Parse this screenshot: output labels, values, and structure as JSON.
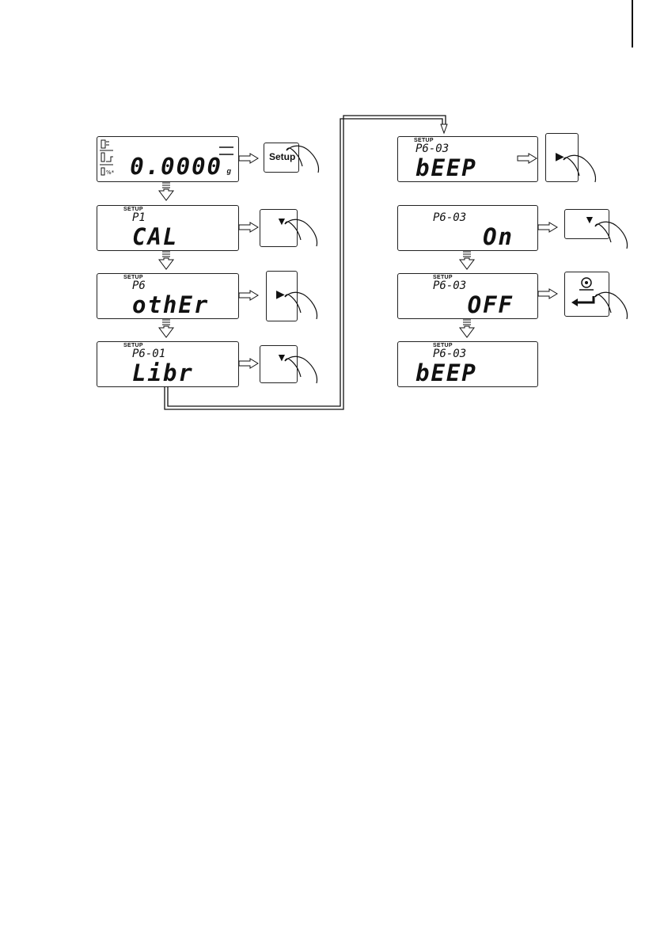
{
  "flow_left": [
    {
      "setup": "",
      "code": "",
      "value": "0.0000",
      "unit": "g"
    },
    {
      "setup": "SETUP",
      "code": "P1",
      "value": "CAL"
    },
    {
      "setup": "SETUP",
      "code": "P6",
      "value": "othEr"
    },
    {
      "setup": "SETUP",
      "code": "P6-01",
      "value": "Libr"
    }
  ],
  "flow_right": [
    {
      "setup": "SETUP",
      "code": "P6-03",
      "value": "bEEP"
    },
    {
      "setup": "",
      "code": "P6-03",
      "value": "On"
    },
    {
      "setup": "SETUP",
      "code": "P6-03",
      "value": "OFF"
    },
    {
      "setup": "SETUP",
      "code": "P6-03",
      "value": "bEEP"
    }
  ],
  "keys": {
    "setup_label": "Setup",
    "down_icon": "triangle-down-icon",
    "right_icon": "triangle-right-icon",
    "enter_icon": "enter-icon"
  },
  "status_icons": [
    "level-icon",
    "stability-icon",
    "percent-icon"
  ]
}
